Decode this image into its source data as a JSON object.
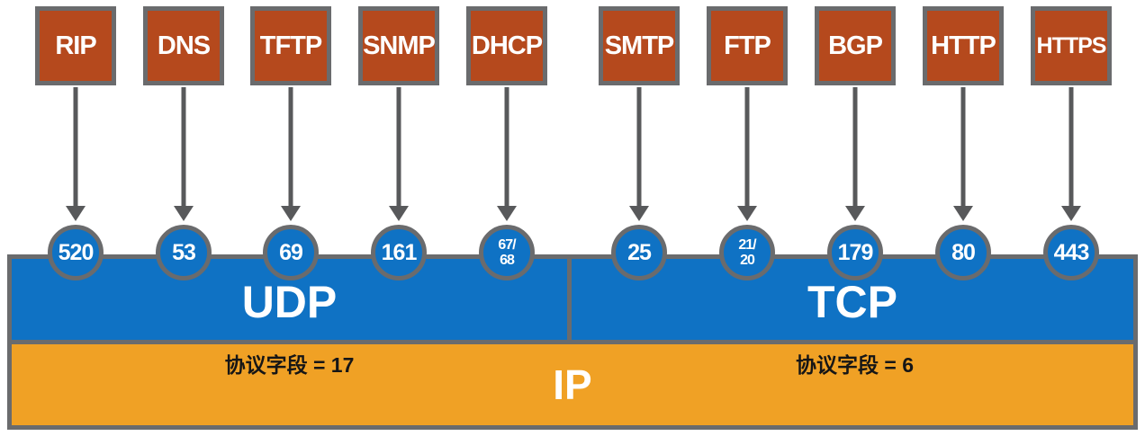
{
  "diagram": {
    "protocols": [
      {
        "name": "RIP",
        "port": "520",
        "transport": "UDP"
      },
      {
        "name": "DNS",
        "port": "53",
        "transport": "UDP"
      },
      {
        "name": "TFTP",
        "port": "69",
        "transport": "UDP"
      },
      {
        "name": "SNMP",
        "port": "161",
        "transport": "UDP"
      },
      {
        "name": "DHCP",
        "port": "67/68",
        "port_line1": "67/",
        "port_line2": "68",
        "transport": "UDP"
      },
      {
        "name": "SMTP",
        "port": "25",
        "transport": "TCP"
      },
      {
        "name": "FTP",
        "port": "21/20",
        "port_line1": "21/",
        "port_line2": "20",
        "transport": "TCP"
      },
      {
        "name": "BGP",
        "port": "179",
        "transport": "TCP"
      },
      {
        "name": "HTTP",
        "port": "80",
        "transport": "TCP"
      },
      {
        "name": "HTTPS",
        "port": "443",
        "transport": "TCP"
      }
    ],
    "transport_layer": {
      "udp": {
        "label": "UDP",
        "note": "协议字段 = 17"
      },
      "tcp": {
        "label": "TCP",
        "note": "协议字段 = 6"
      }
    },
    "network_layer": {
      "label": "IP"
    }
  },
  "colors": {
    "box_fill": "#b5491d",
    "bar_blue": "#0f72c4",
    "ip_orange": "#f0a125",
    "border_gray": "#6a6b6d",
    "arrow_gray": "#58595b",
    "label_white": "#ffffff",
    "note_black": "#161616"
  }
}
